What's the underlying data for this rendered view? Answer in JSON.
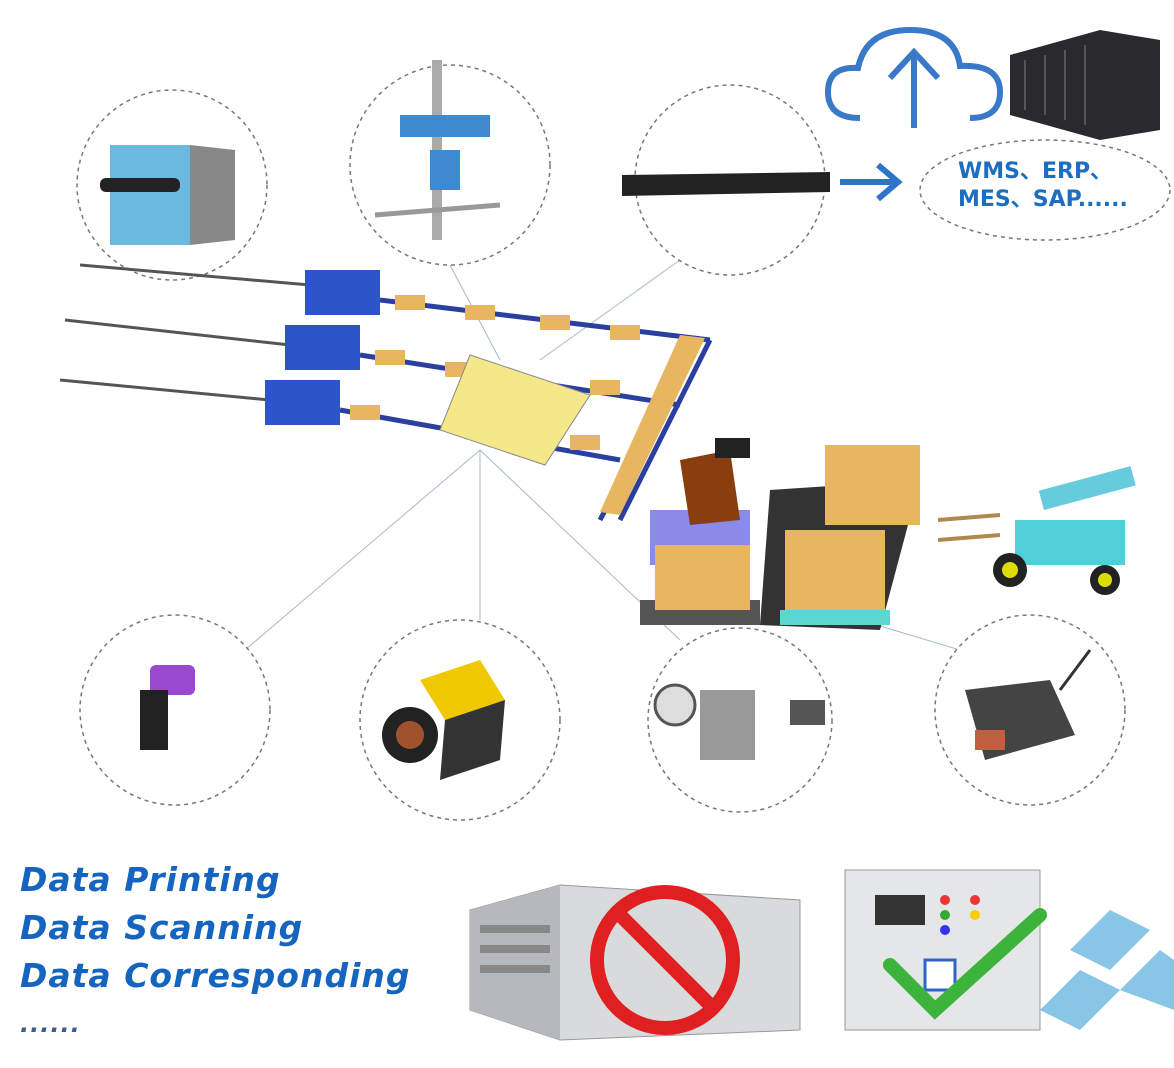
{
  "systems": {
    "line1": "WMS、ERP、",
    "line2": "MES、SAP......"
  },
  "features": [
    "Data Printing",
    "Data Scanning",
    "Data Corresponding",
    "......"
  ],
  "colors": {
    "text_blue": "#1565c0",
    "conveyor_blue": "#2a3f9e",
    "box": "#e8b560",
    "no_sign": "#e02020",
    "check": "#3cb43c",
    "cloud": "#3a78c8"
  },
  "icons": [
    "inkjet-printer-icon",
    "laser-marker-icon",
    "controller-server-icon",
    "cloud-upload-icon",
    "server-rack-icon",
    "handheld-printer-icon",
    "industrial-camera-icon",
    "labeling-machine-icon",
    "barcode-scanner-icon",
    "robot-arm-icon",
    "forklift-icon",
    "industrial-pc-icon",
    "no-sign-icon",
    "control-cabinet-icon",
    "checkmark-icon"
  ]
}
